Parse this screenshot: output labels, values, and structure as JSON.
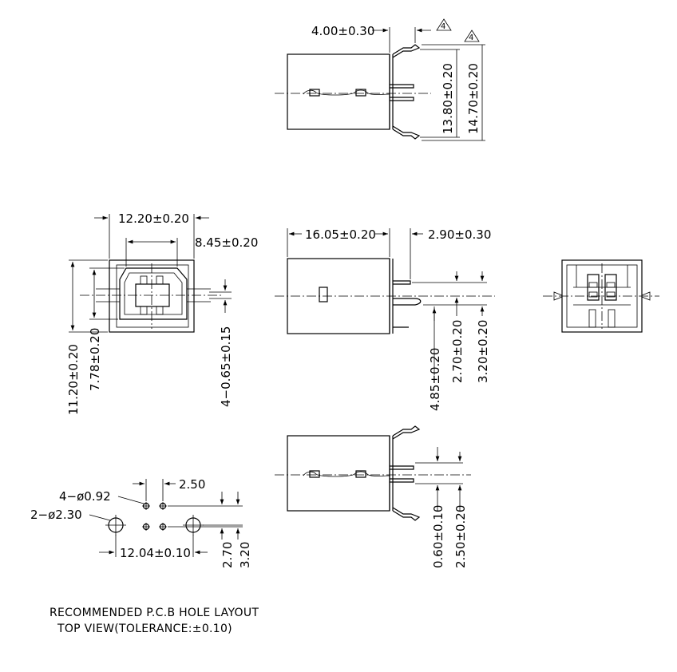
{
  "dimensions": {
    "top_width": "4.00±0.30",
    "top_inner_height": "13.80±0.20",
    "top_outer_height": "14.70±0.20",
    "revision_mark": "4",
    "front_width": "12.20±0.20",
    "front_inner_width": "8.45±0.20",
    "front_height": "11.20±0.20",
    "front_inner_height": "7.78±0.20",
    "pin_width": "4−0.65±0.15",
    "side_length": "16.05±0.20",
    "side_tail": "2.90±0.30",
    "side_pin_offset": "4.85±0.20",
    "side_pin_spacing": "2.70±0.20",
    "side_pin_height": "3.20±0.20",
    "hole_small": "4−ø0.92",
    "hole_large": "2−ø2.30",
    "hole_pitch": "2.50",
    "hole_span": "12.04±0.10",
    "hole_row_a": "2.70",
    "hole_row_b": "3.20",
    "bottom_pin_width": "0.60±0.10",
    "bottom_pin_length": "2.50±0.20"
  },
  "notes": {
    "line1": "RECOMMENDED P.C.B HOLE LAYOUT",
    "line2": "TOP VIEW(TOLERANCE:±0.10)"
  }
}
